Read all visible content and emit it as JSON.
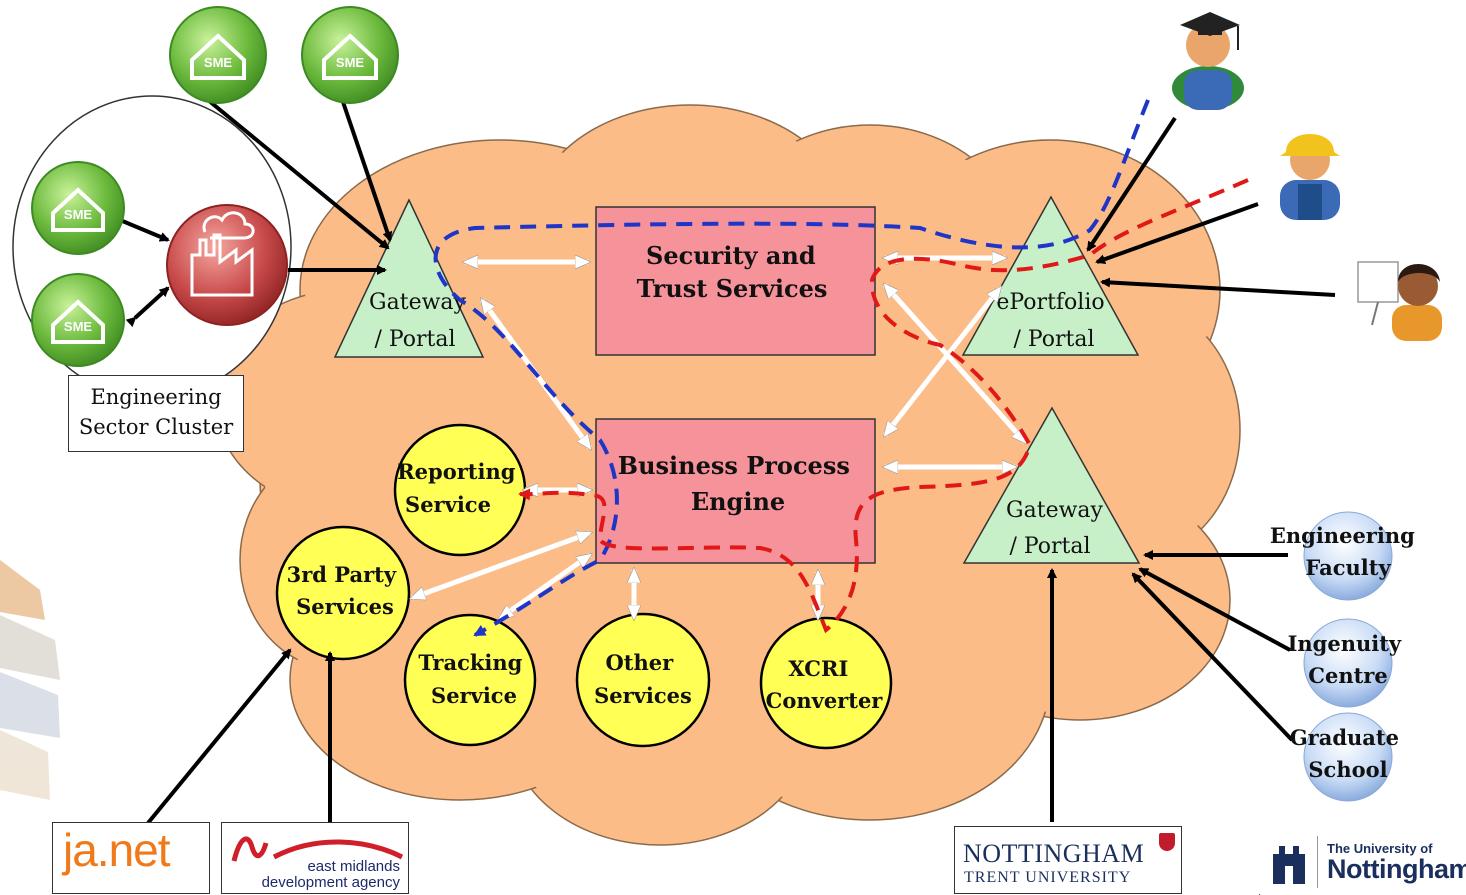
{
  "diagram": {
    "triangles": {
      "gateway_left": [
        "Gateway",
        "/ Portal"
      ],
      "eportfolio": [
        "ePortfolio",
        "/ Portal"
      ],
      "gateway_right": [
        "Gateway",
        "/ Portal"
      ]
    },
    "boxes": {
      "security": [
        "Security and",
        "Trust Services"
      ],
      "bpe": [
        "Business Process",
        "Engine"
      ]
    },
    "services": {
      "reporting": [
        "Reporting",
        "Service"
      ],
      "third_party": [
        "3rd Party",
        "Services"
      ],
      "tracking": [
        "Tracking",
        "Service"
      ],
      "other": [
        "Other",
        "Services"
      ],
      "xcri": [
        "XCRI",
        "Converter"
      ]
    },
    "sme_label": "SME",
    "cluster_label": [
      "Engineering",
      "Sector Cluster"
    ],
    "university_nodes": {
      "engineering": [
        "Engineering",
        "Faculty"
      ],
      "ingenuity": [
        "Ingenuity",
        "Centre"
      ],
      "graduate": [
        "Graduate",
        "School"
      ]
    },
    "logos": {
      "janet": "ja.net",
      "emda": [
        "east midlands",
        "development agency"
      ],
      "ntu": [
        "NOTTINGHAM",
        "TRENT UNIVERSITY"
      ],
      "uon": [
        "The University of",
        "Nottingham"
      ]
    },
    "colors": {
      "cloud": "#fbbc88",
      "triangle": "#c8f0c8",
      "box": "#f6939a",
      "service": "#ffff55",
      "blue_path": "#1f35c8",
      "red_path": "#e01818"
    }
  }
}
